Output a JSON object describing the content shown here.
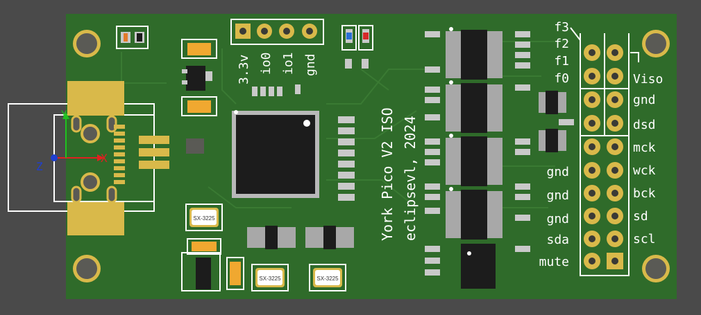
{
  "board": {
    "title": "York Pico V2 ISO",
    "subtitle": "eclipsevl, 2024"
  },
  "header_pins": [
    "3.3v",
    "io0",
    "io1",
    "gnd"
  ],
  "left_labels": [
    "f3",
    "f2",
    "f1",
    "f0"
  ],
  "left_lower_labels": [
    "gnd",
    "gnd",
    "gnd",
    "sda",
    "mute"
  ],
  "right_labels": [
    "Viso",
    "gnd",
    "dsd",
    "mck",
    "wck",
    "bck",
    "sd",
    "scl"
  ],
  "crystals": [
    "SX-3225",
    "SX-3225",
    "SX-3225"
  ],
  "axes": {
    "z": "Z",
    "y": "Y",
    "x": "X"
  },
  "colors": {
    "background": "#4a4a4a",
    "pcb": "#2f6b2a",
    "pad_gold": "#d9b94a",
    "silkscreen": "#ffffff",
    "chip": "#1c1c1c"
  }
}
